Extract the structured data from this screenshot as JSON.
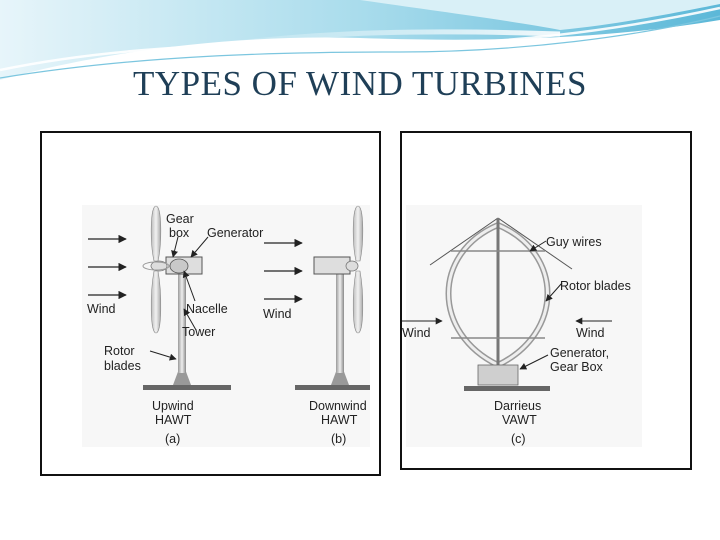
{
  "slide": {
    "title": "TYPES OF WIND TURBINES"
  },
  "figure_left": {
    "labels": {
      "gear": "Gear",
      "box": "box",
      "generator": "Generator",
      "nacelle": "Nacelle",
      "tower": "Tower",
      "rotor": "Rotor",
      "blades": "blades",
      "wind_a": "Wind",
      "wind_b": "Wind",
      "upwind": "Upwind",
      "hawt_a": "HAWT",
      "caption_a": "(a)",
      "downwind": "Downwind",
      "hawt_b": "HAWT",
      "caption_b": "(b)"
    }
  },
  "figure_right": {
    "labels": {
      "guy_wires": "Guy wires",
      "rotor_blades": "Rotor blades",
      "wind_left": "Wind",
      "wind_right": "Wind",
      "generator": "Generator,",
      "gear_box": "Gear Box",
      "darrieus": "Darrieus",
      "vawt": "VAWT",
      "caption_c": "(c)"
    }
  },
  "colors": {
    "title": "#1f3f57",
    "swoosh_light": "#cfeaf4",
    "swoosh_mid": "#8fd0e6",
    "swoosh_dark": "#4fb0d2"
  }
}
